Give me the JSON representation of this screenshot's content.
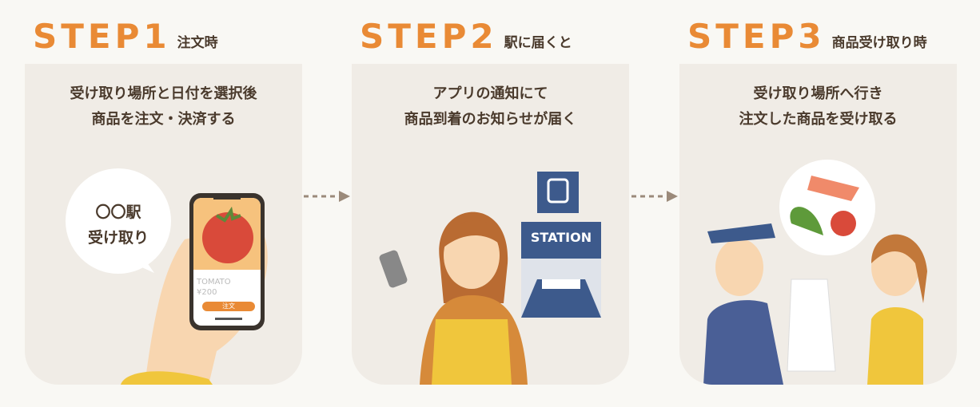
{
  "steps": [
    {
      "step": "STEP1",
      "title": "注文時",
      "desc_lines": [
        "受け取り場所と日付を選択後",
        "商品を注文・決済する"
      ],
      "bubble_lines": [
        "〇〇駅",
        "受け取り"
      ],
      "phone": {
        "product": "TOMATO",
        "price": "¥200",
        "button": "注文"
      }
    },
    {
      "step": "STEP2",
      "title": "駅に届くと",
      "desc_lines": [
        "アプリの通知にて",
        "商品到着のお知らせが届く"
      ],
      "sign": "STATION"
    },
    {
      "step": "STEP3",
      "title": "商品受け取り時",
      "desc_lines": [
        "受け取り場所へ行き",
        "注文した商品を受け取る"
      ]
    }
  ],
  "colors": {
    "accent": "#e98a35",
    "card": "#f0ece6",
    "text": "#4a3a2c"
  }
}
